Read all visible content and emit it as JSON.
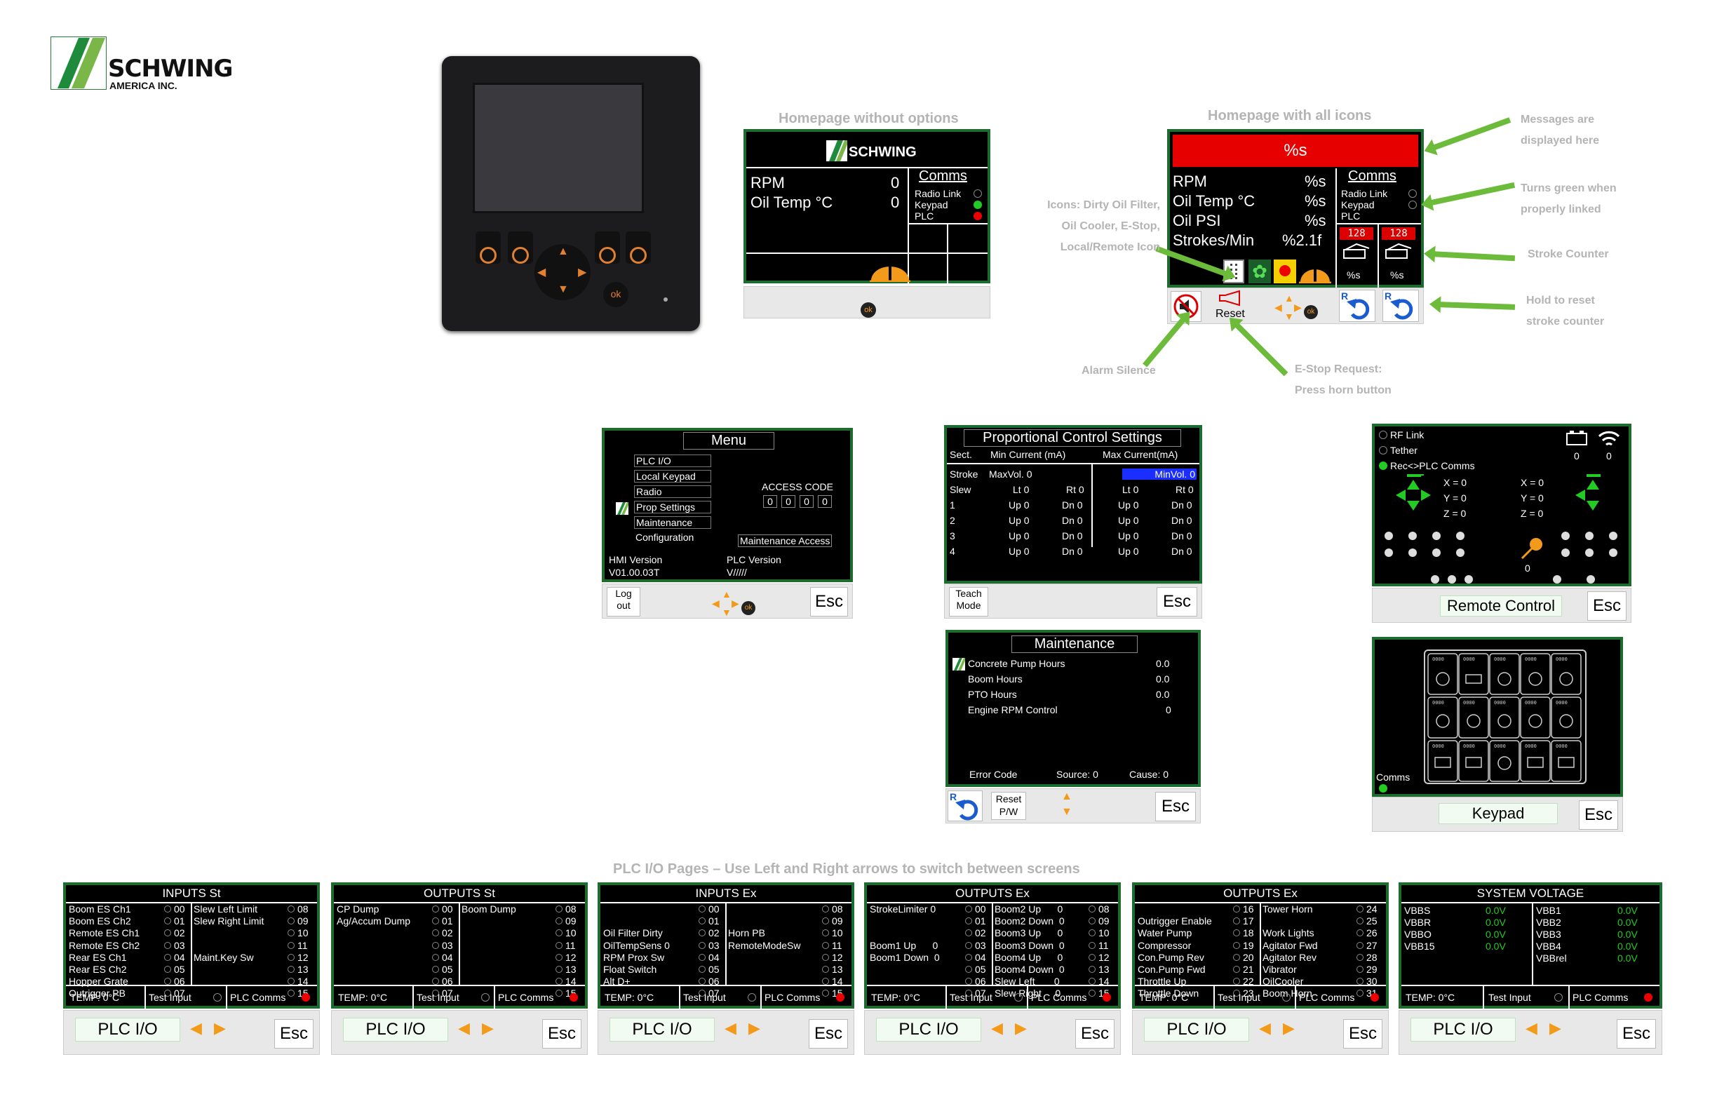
{
  "logo": {
    "line1": "SCHWING",
    "line2": "AMERICA INC."
  },
  "captions": {
    "home_basic": "Homepage without options",
    "home_full": "Homepage with all icons",
    "plc_pages": "PLC I/O Pages – Use Left and Right arrows to switch between screens"
  },
  "notes": {
    "messages": [
      "Messages are",
      "displayed here"
    ],
    "green": [
      "Turns green when",
      "properly linked"
    ],
    "stroke": "Stroke Counter",
    "hold": [
      "Hold to reset",
      "stroke counter"
    ],
    "icons": [
      "Icons: Dirty Oil Filter,",
      "Oil Cooler, E-Stop,",
      "Local/Remote Icon"
    ],
    "alarm": "Alarm Silence",
    "estop": [
      "E-Stop Request:",
      "Press horn button"
    ]
  },
  "home_basic": {
    "brand": "SCHWING",
    "rows": [
      {
        "label": "RPM",
        "value": "0"
      },
      {
        "label": "Oil Temp °C",
        "value": "0"
      }
    ],
    "comms_title": "Comms",
    "comms": [
      "Radio Link",
      "Keypad",
      "PLC"
    ],
    "comms_colors": [
      "none",
      "green",
      "red"
    ],
    "ok": "ok"
  },
  "home_full": {
    "message": "%s",
    "rows": [
      {
        "label": "RPM",
        "value": "%s"
      },
      {
        "label": "Oil Temp °C",
        "value": "%s"
      },
      {
        "label": "Oil PSI",
        "value": "%s"
      },
      {
        "label": "Strokes/Min",
        "value": "%2.1f"
      }
    ],
    "comms_title": "Comms",
    "comms": [
      "Radio Link",
      "Keypad",
      "PLC"
    ],
    "counter": "128",
    "counter_values": [
      "%s",
      "%s"
    ],
    "reset": "Reset",
    "ok": "ok",
    "r_label": "R"
  },
  "menu": {
    "title": "Menu",
    "items": [
      "PLC I/O",
      "Local Keypad",
      "Radio",
      "Prop Settings",
      "Maintenance",
      "Configuration"
    ],
    "access_label": "ACCESS CODE",
    "access_digits": [
      "0",
      "0",
      "0",
      "0"
    ],
    "maint_access": "Maintenance Access",
    "hmi_label": "HMI Version",
    "hmi_value": "V01.00.03T",
    "plc_label": "PLC Version",
    "plc_value": "V/////",
    "logout": [
      "Log",
      "out"
    ],
    "esc": "Esc",
    "ok": "ok"
  },
  "prop": {
    "title": "Proportional Control Settings",
    "headers": [
      "Sect.",
      "Min Current (mA)",
      "Max Current(mA)"
    ],
    "stroke": {
      "label": "Stroke",
      "min": "MaxVol. 0",
      "max": "MinVol. 0"
    },
    "slew": {
      "label": "Slew",
      "c1": "Lt 0",
      "c2": "Rt 0",
      "c3": "Lt 0",
      "c4": "Rt 0"
    },
    "rows": [
      {
        "n": "1",
        "c1": "Up 0",
        "c2": "Dn 0",
        "c3": "Up 0",
        "c4": "Dn 0"
      },
      {
        "n": "2",
        "c1": "Up 0",
        "c2": "Dn 0",
        "c3": "Up 0",
        "c4": "Dn 0"
      },
      {
        "n": "3",
        "c1": "Up 0",
        "c2": "Dn 0",
        "c3": "Up 0",
        "c4": "Dn 0"
      },
      {
        "n": "4",
        "c1": "Up 0",
        "c2": "Dn 0",
        "c3": "Up 0",
        "c4": "Dn 0"
      }
    ],
    "teach": [
      "Teach",
      "Mode"
    ],
    "esc": "Esc"
  },
  "remote": {
    "links": [
      "RF Link",
      "Tether",
      "Rec<>PLC Comms"
    ],
    "battery": "0",
    "signal": "0",
    "left_axes": [
      "X = 0",
      "Y = 0",
      "Z = 0"
    ],
    "right_axes": [
      "X = 0",
      "Y = 0",
      "Z = 0"
    ],
    "dial": "0",
    "title": "Remote Control",
    "esc": "Esc"
  },
  "maintenance": {
    "title": "Maintenance",
    "rows": [
      {
        "label": "Concrete Pump Hours",
        "value": "0.0"
      },
      {
        "label": "Boom Hours",
        "value": "0.0"
      },
      {
        "label": "PTO Hours",
        "value": "0.0"
      },
      {
        "label": "Engine RPM Control",
        "value": "0"
      }
    ],
    "error": "Error Code",
    "source": "Source: 0",
    "cause": "Cause: 0",
    "reset": [
      "Reset",
      "P/W"
    ],
    "r_label": "R",
    "esc": "Esc"
  },
  "keypad": {
    "code": "0000",
    "comms": "Comms",
    "title": "Keypad",
    "esc": "Esc"
  },
  "plc_common": {
    "temp": "TEMP: 0°C",
    "test": "Test Input",
    "comms": "PLC Comms",
    "title": "PLC I/O",
    "esc": "Esc"
  },
  "plc_pages": [
    {
      "title": "INPUTS St",
      "left": [
        "Boom ES Ch1",
        "Boom ES Ch2",
        "Remote ES Ch1",
        "Remote ES Ch2",
        "Rear ES Ch1",
        "Rear ES Ch2",
        "Hopper Grate",
        "Outrigger PB"
      ],
      "lnum": [
        "00",
        "01",
        "02",
        "03",
        "04",
        "05",
        "06",
        "07"
      ],
      "right": [
        "Slew Left Limit",
        "Slew Right Limit",
        "",
        "",
        "Maint.Key Sw",
        "",
        "",
        ""
      ],
      "rnum": [
        "08",
        "09",
        "10",
        "11",
        "12",
        "13",
        "14",
        "15"
      ]
    },
    {
      "title": "OUTPUTS St",
      "left": [
        "CP Dump",
        "Ag/Accum Dump",
        "",
        "",
        "",
        "",
        "",
        ""
      ],
      "lnum": [
        "00",
        "01",
        "02",
        "03",
        "04",
        "05",
        "06",
        "07"
      ],
      "right": [
        "Boom Dump",
        "",
        "",
        "",
        "",
        "",
        "",
        ""
      ],
      "rnum": [
        "08",
        "09",
        "10",
        "11",
        "12",
        "13",
        "14",
        "15"
      ]
    },
    {
      "title": "INPUTS Ex",
      "left": [
        "",
        "",
        "Oil Filter Dirty",
        "OilTempSens 0",
        "RPM Prox Sw",
        "Float Switch",
        "Alt D+",
        ""
      ],
      "lnum": [
        "00",
        "01",
        "02",
        "03",
        "04",
        "05",
        "06",
        "07"
      ],
      "right": [
        "",
        "",
        "Horn PB",
        "RemoteModeSw",
        "",
        "",
        "",
        ""
      ],
      "rnum": [
        "08",
        "09",
        "10",
        "11",
        "12",
        "13",
        "14",
        "15"
      ]
    },
    {
      "title": "OUTPUTS Ex",
      "left": [
        "StrokeLimiter 0",
        "",
        "",
        "Boom1 Up      0",
        "Boom1 Down  0",
        "",
        "",
        ""
      ],
      "lnum": [
        "00",
        "01",
        "02",
        "03",
        "04",
        "05",
        "06",
        "07"
      ],
      "right": [
        "Boom2 Up      0",
        "Boom2 Down  0",
        "Boom3 Up      0",
        "Boom3 Down  0",
        "Boom4 Up      0",
        "Boom4 Down  0",
        "Slew Left       0",
        "Slew Right     0"
      ],
      "rnum": [
        "08",
        "09",
        "10",
        "11",
        "12",
        "13",
        "14",
        "15"
      ]
    },
    {
      "title": "OUTPUTS Ex",
      "left": [
        "",
        "Outrigger Enable",
        "Water Pump",
        "Compressor",
        "Con.Pump Rev",
        "Con.Pump Fwd",
        "Throttle Up",
        "Throttle Down"
      ],
      "lnum": [
        "16",
        "17",
        "18",
        "19",
        "20",
        "21",
        "22",
        "23"
      ],
      "right": [
        "Tower Horn",
        "",
        "Work Lights",
        "Agitator Fwd",
        "Agitator Rev",
        "Vibrator",
        "OilCooler",
        "Boom Horn"
      ],
      "rnum": [
        "24",
        "25",
        "26",
        "27",
        "28",
        "29",
        "30",
        "31"
      ]
    }
  ],
  "sysvolt": {
    "title": "SYSTEM VOLTAGE",
    "left": [
      "VBBS",
      "VBBR",
      "VBBO",
      "VBB15"
    ],
    "left_vals": [
      "0.0V",
      "0.0V",
      "0.0V",
      "0.0V"
    ],
    "right": [
      "VBB1",
      "VBB2",
      "VBB3",
      "VBB4",
      "VBBrel"
    ],
    "right_vals": [
      "0.0V",
      "0.0V",
      "0.0V",
      "0.0V",
      "0.0V"
    ]
  }
}
